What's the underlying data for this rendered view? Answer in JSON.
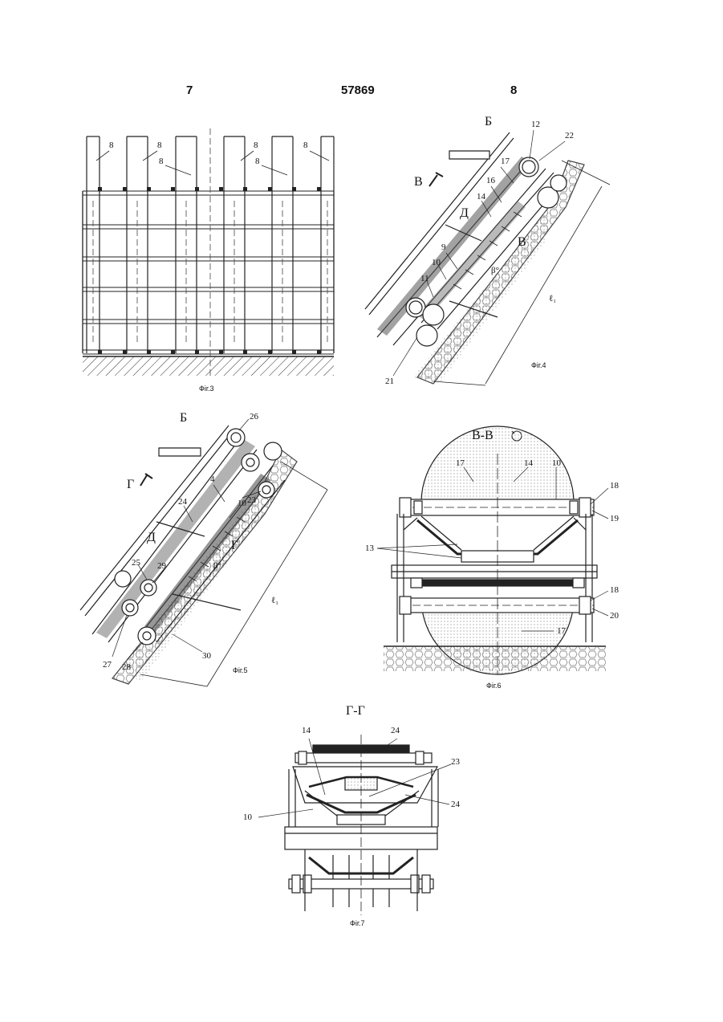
{
  "header": {
    "left": "7",
    "center": "57869",
    "right": "8"
  },
  "fig3": {
    "caption": "Фіг.3",
    "label_8": "8"
  },
  "fig4": {
    "caption": "Фіг.4",
    "labels": {
      "b": "Б",
      "v": "В",
      "v2": "В",
      "d": "Д",
      "n12": "12",
      "n22": "22",
      "n17": "17",
      "n16": "16",
      "n14": "14",
      "n9": "9",
      "n10": "10",
      "n11": "11",
      "n21": "21",
      "beta": "β°",
      "l": "ℓ₁"
    }
  },
  "fig5": {
    "caption": "Фіг.5",
    "labels": {
      "b": "Б",
      "g": "Г",
      "g2": "Г",
      "d": "Д",
      "n26": "26",
      "n4": "4",
      "n24": "24",
      "n23": "23",
      "n10": "10",
      "n25": "25",
      "n29": "29",
      "n27": "27",
      "n28": "28",
      "n30": "30",
      "beta": "β°",
      "l": "ℓ₁"
    }
  },
  "fig6": {
    "caption": "Фіг.6",
    "section": "В-В",
    "labels": {
      "n17a": "17",
      "n14": "14",
      "n10": "10",
      "n18a": "18",
      "n19": "19",
      "n13": "13",
      "n18b": "18",
      "n20": "20",
      "n17b": "17"
    }
  },
  "fig7": {
    "caption": "Фіг.7",
    "section": "Г-Г",
    "labels": {
      "n14": "14",
      "n24a": "24",
      "n23": "23",
      "n24b": "24",
      "n10": "10"
    }
  }
}
